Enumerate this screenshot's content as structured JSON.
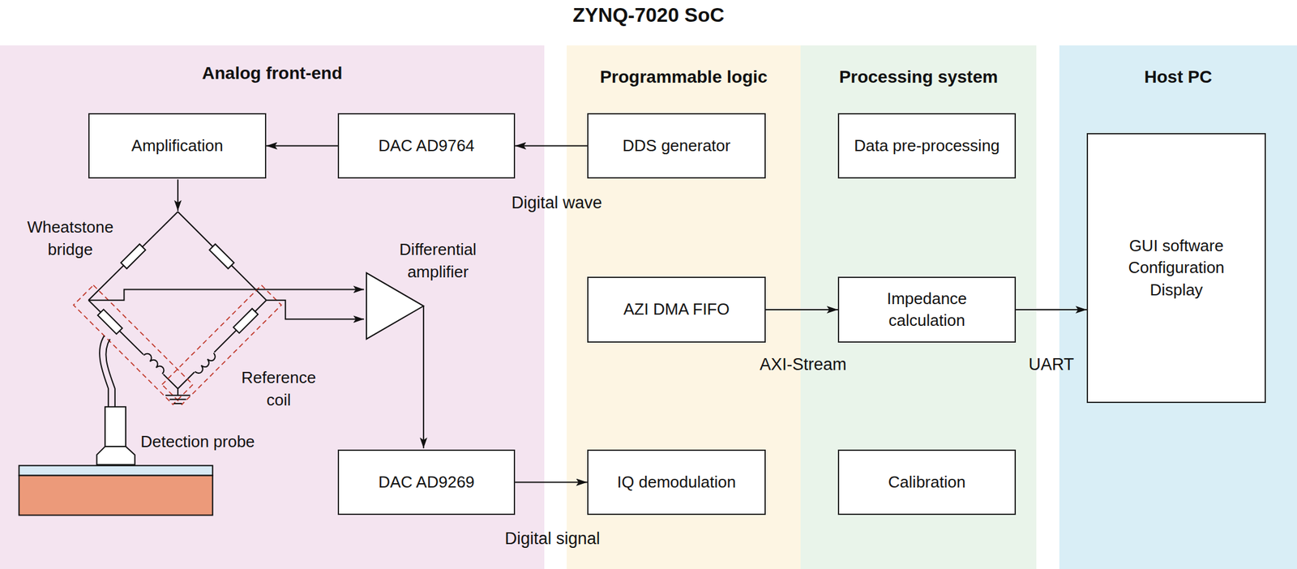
{
  "diagram": {
    "title": "ZYNQ-7020 SoC",
    "nodes": [
      {
        "text": [
          "Analog front-end"
        ]
      },
      {
        "text": [
          "Amplification"
        ],
        "in": 0
      },
      {
        "text": [
          "DAC AD9764"
        ],
        "in": 0
      },
      {
        "text": [
          "DAC AD9269"
        ],
        "in": 0
      },
      {
        "text": [
          "Programmable logic"
        ]
      },
      {
        "text": [
          "DDS generator"
        ],
        "in": 4
      },
      {
        "text": [
          "AZI DMA FIFO"
        ],
        "in": 4
      },
      {
        "text": [
          "IQ demodulation"
        ],
        "in": 4
      },
      {
        "text": [
          "Processing system"
        ]
      },
      {
        "text": [
          "Data pre-processing"
        ],
        "in": 8
      },
      {
        "text": [
          "Impedance calculation"
        ],
        "in": 8
      },
      {
        "text": [
          "Calibration"
        ],
        "in": 8
      },
      {
        "text": [
          "Host PC"
        ]
      },
      {
        "text": [
          "GUI software Configuration Display"
        ],
        "in": 12
      }
    ],
    "edges": [
      {
        "from": 5,
        "to": 2,
        "label": "Digital wave",
        "arrow": "to"
      },
      {
        "from": 2,
        "to": 1,
        "arrow": "to"
      },
      {
        "from": 3,
        "to": 7,
        "label": "Digital signal",
        "arrow": "to"
      },
      {
        "from": 6,
        "to": 10,
        "label": "AXI-Stream",
        "arrow": "to"
      },
      {
        "from": 10,
        "to": 13,
        "label": "UART",
        "arrow": "to"
      }
    ],
    "labels": [
      "Wheatstone bridge",
      "Differential amplifier",
      "Reference coil",
      "Detection probe"
    ]
  }
}
